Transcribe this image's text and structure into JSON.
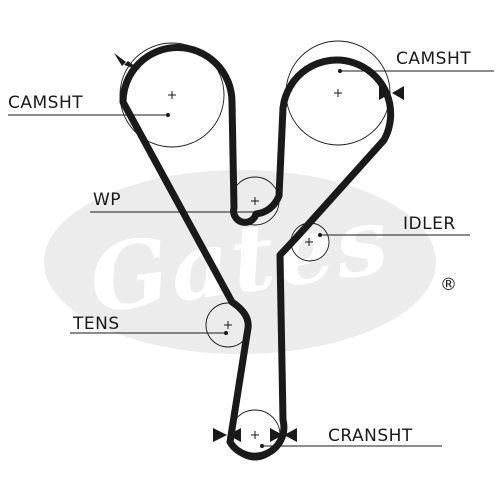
{
  "watermark": {
    "text": "Gates",
    "registered_mark": "®"
  },
  "labels": {
    "camshaft_left": "CAMSHT",
    "camshaft_right": "CAMSHT",
    "water_pump": "WP",
    "idler": "IDLER",
    "tensioner": "TENS",
    "crankshaft": "CRANSHT"
  },
  "colors": {
    "belt": "#1a1a1a",
    "watermark": "#ececec",
    "background": "#ffffff"
  }
}
